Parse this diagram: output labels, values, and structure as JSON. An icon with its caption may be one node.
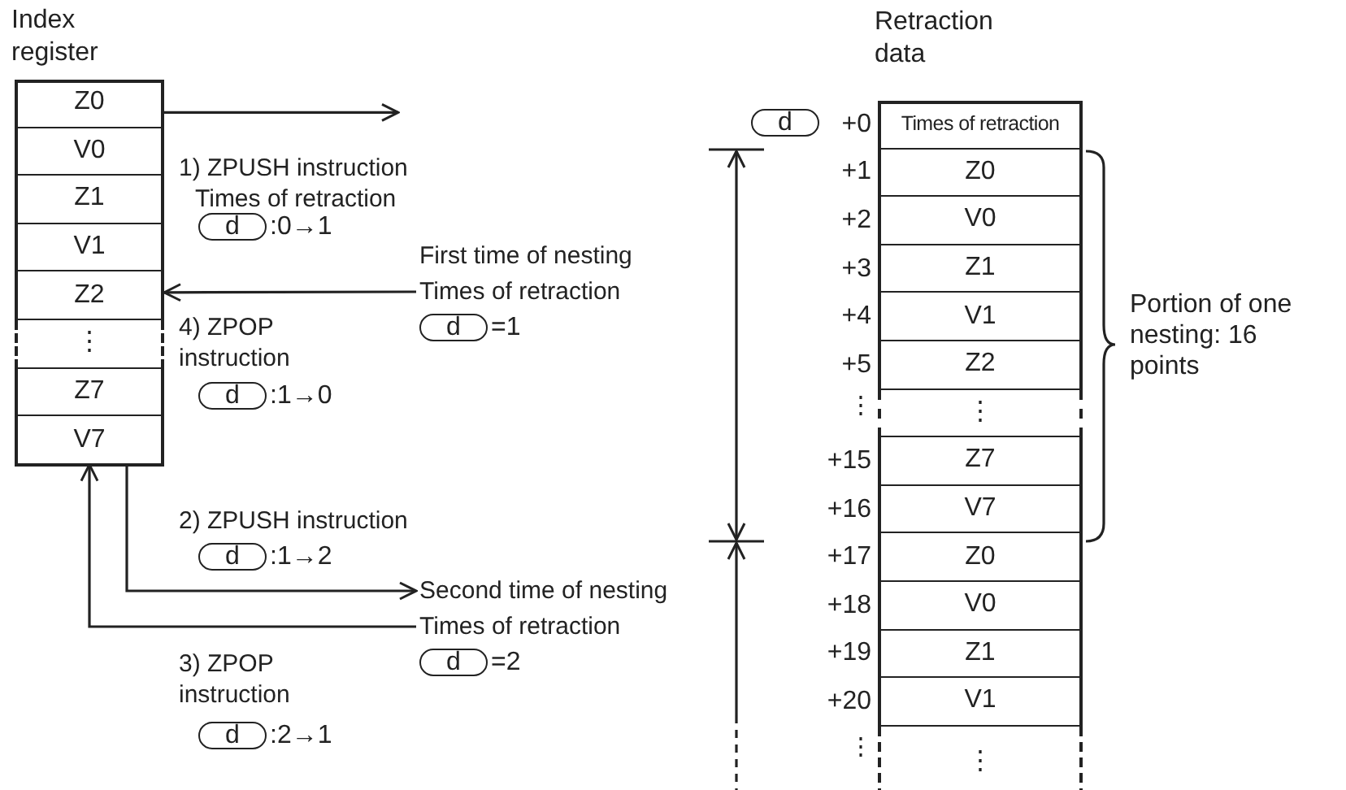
{
  "diagram": {
    "nodes": [
      {
        "text": [
          "Index register"
        ]
      },
      {
        "text": [
          "Z0"
        ],
        "in": 0
      },
      {
        "text": [
          "V0"
        ],
        "in": 0
      },
      {
        "text": [
          "Z1"
        ],
        "in": 0
      },
      {
        "text": [
          "V1"
        ],
        "in": 0
      },
      {
        "text": [
          "Z2"
        ],
        "in": 0
      },
      {
        "text": [
          "⋮"
        ],
        "in": 0
      },
      {
        "text": [
          "Z7"
        ],
        "in": 0
      },
      {
        "text": [
          "V7"
        ],
        "in": 0
      },
      {
        "text": [
          "Retraction data"
        ]
      },
      {
        "text": [
          "Times of retraction"
        ],
        "in": 9,
        "beside": [
          "+0"
        ]
      },
      {
        "text": [
          "Z0"
        ],
        "in": 9,
        "beside": [
          "+1"
        ]
      },
      {
        "text": [
          "V0"
        ],
        "in": 9,
        "beside": [
          "+2"
        ]
      },
      {
        "text": [
          "Z1"
        ],
        "in": 9,
        "beside": [
          "+3"
        ]
      },
      {
        "text": [
          "V1"
        ],
        "in": 9,
        "beside": [
          "+4"
        ]
      },
      {
        "text": [
          "Z2"
        ],
        "in": 9,
        "beside": [
          "+5"
        ]
      },
      {
        "text": [
          "⋮"
        ],
        "in": 9
      },
      {
        "text": [
          "Z7"
        ],
        "in": 9,
        "beside": [
          "+15"
        ]
      },
      {
        "text": [
          "V7"
        ],
        "in": 9,
        "beside": [
          "+16"
        ]
      },
      {
        "text": [
          "Z0"
        ],
        "in": 9,
        "beside": [
          "+17"
        ]
      },
      {
        "text": [
          "V0"
        ],
        "in": 9,
        "beside": [
          "+18"
        ]
      },
      {
        "text": [
          "Z1"
        ],
        "in": 9,
        "beside": [
          "+19"
        ]
      },
      {
        "text": [
          "V1"
        ],
        "in": 9,
        "beside": [
          "+20"
        ]
      },
      {
        "text": [
          "⋮"
        ],
        "in": 9
      },
      {
        "text": [
          "d"
        ]
      },
      {
        "text": [
          "d"
        ],
        "beside": [
          ":0→1"
        ]
      },
      {
        "text": [
          "d"
        ],
        "beside": [
          "=1"
        ]
      },
      {
        "text": [
          "d"
        ],
        "beside": [
          ":1→0"
        ]
      },
      {
        "text": [
          "d"
        ],
        "beside": [
          ":1→2"
        ]
      },
      {
        "text": [
          "d"
        ],
        "beside": [
          "=2"
        ]
      },
      {
        "text": [
          "d"
        ],
        "beside": [
          ":2→1"
        ]
      },
      {
        "text": [
          "Times of retraction"
        ]
      },
      {
        "text": [
          "Second time of nesting"
        ]
      },
      {
        "text": [
          "Times of retraction"
        ]
      }
    ],
    "edges": [
      {
        "from": 0,
        "to": null,
        "arrow": "to"
      },
      {
        "from": 31,
        "to": 0,
        "arrow": "to"
      },
      {
        "from": 8,
        "to": 32,
        "arrow": "to"
      },
      {
        "from": 33,
        "to": 8,
        "arrow": "to"
      }
    ],
    "labels": [
      "1) ZPUSH instruction",
      "Times of retraction",
      "First time of nesting",
      "4) ZPOP instruction",
      "⋮",
      "2) ZPUSH instruction",
      "3) ZPOP instruction",
      "⋮",
      "Portion of one nesting: 16 points"
    ]
  }
}
